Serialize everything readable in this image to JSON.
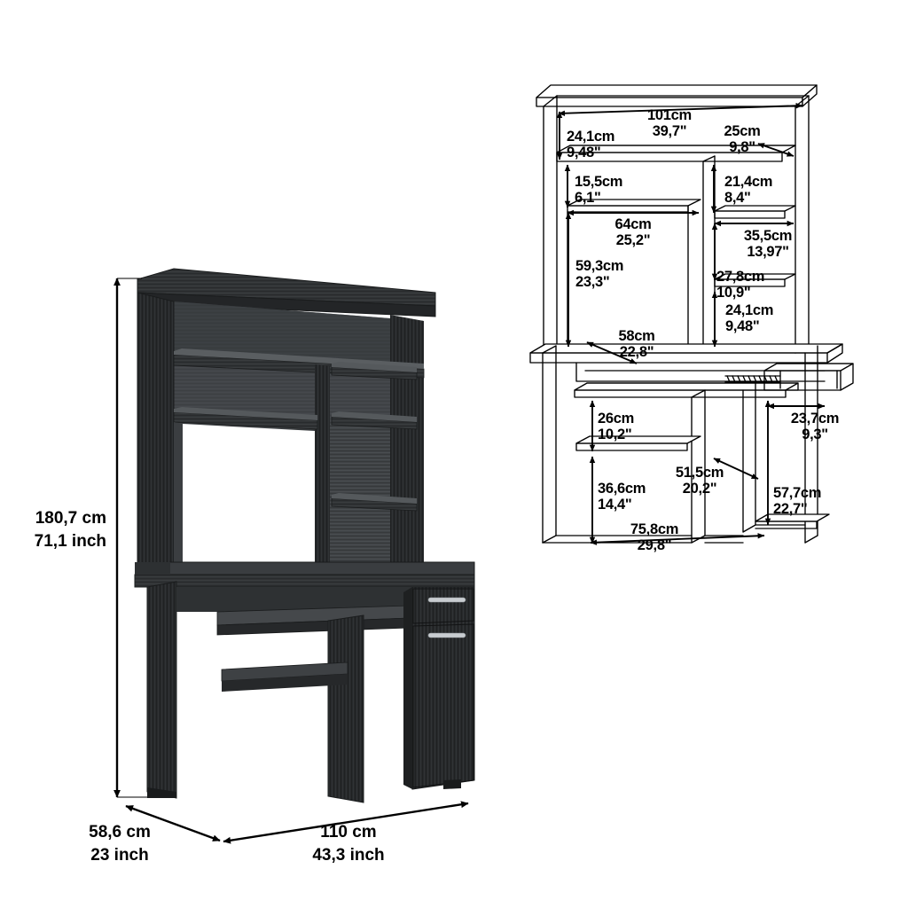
{
  "document": {
    "type": "furniture-dimension-sheet",
    "product": "computer desk with hutch",
    "background_color": "#ffffff",
    "line_color": "#000000",
    "wood_color_light": "#55585a",
    "wood_color_mid": "#3c3f41",
    "wood_color_dark": "#282a2b",
    "handle_color": "#c8ccd0"
  },
  "product_render": {
    "name": "desk-3d-render",
    "overall_dimensions": {
      "height": {
        "cm": "180,7 cm",
        "inch": "71,1 inch"
      },
      "depth": {
        "cm": "58,6 cm",
        "inch": "23 inch"
      },
      "width": {
        "cm": "110 cm",
        "inch": "43,3 inch"
      }
    }
  },
  "technical_drawing": {
    "name": "desk-line-drawing",
    "hutch_dimensions": [
      {
        "id": "hutch-width",
        "cm": "101cm",
        "inch": "39,7\""
      },
      {
        "id": "hutch-top-shelf-height",
        "cm": "24,1cm",
        "inch": "9,48\""
      },
      {
        "id": "hutch-depth",
        "cm": "25cm",
        "inch": "9,8\""
      },
      {
        "id": "hutch-small-shelf-gap",
        "cm": "15,5cm",
        "inch": "6,1\""
      },
      {
        "id": "hutch-right-upper-bay",
        "cm": "21,4cm",
        "inch": "8,4\""
      },
      {
        "id": "hutch-left-bay-width",
        "cm": "64cm",
        "inch": "25,2\""
      },
      {
        "id": "hutch-right-bay-width",
        "cm": "35,5cm",
        "inch": "13,97\""
      },
      {
        "id": "hutch-right-mid-bay",
        "cm": "27,8cm",
        "inch": "10,9\""
      },
      {
        "id": "hutch-left-bay-height",
        "cm": "59,3cm",
        "inch": "23,3\""
      },
      {
        "id": "hutch-right-lower-bay",
        "cm": "24,1cm",
        "inch": "9,48\""
      },
      {
        "id": "desk-top-depth",
        "cm": "58cm",
        "inch": "22,8\""
      }
    ],
    "desk_dimensions": [
      {
        "id": "keyboard-tray-clearance",
        "cm": "26cm",
        "inch": "10,2\""
      },
      {
        "id": "drawer-width",
        "cm": "23,7cm",
        "inch": "9,3\""
      },
      {
        "id": "lower-shelf-depth",
        "cm": "51,5cm",
        "inch": "20,2\""
      },
      {
        "id": "leg-room-height",
        "cm": "36,6cm",
        "inch": "14,4\""
      },
      {
        "id": "cabinet-height",
        "cm": "57,7cm",
        "inch": "22,7\""
      },
      {
        "id": "desk-leg-room-width",
        "cm": "75,8cm",
        "inch": "29,8\""
      }
    ]
  }
}
